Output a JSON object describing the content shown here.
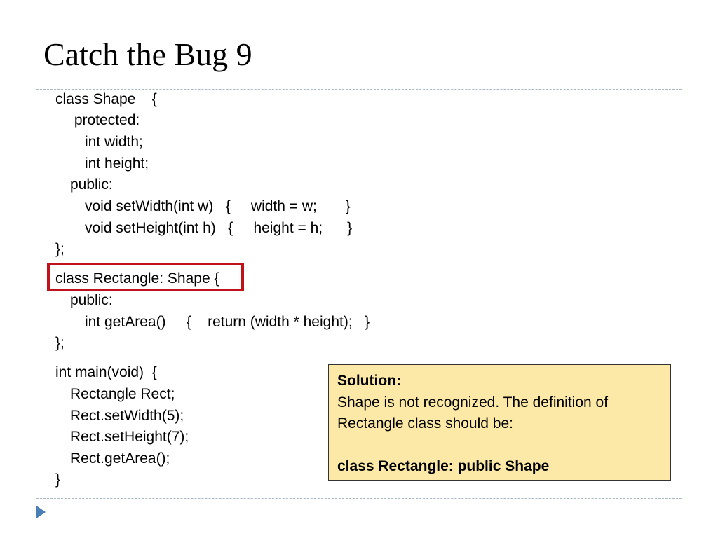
{
  "slide": {
    "title": "Catch the Bug 9"
  },
  "code": {
    "lines": [
      "class Shape    {",
      " protected:",
      "int width;",
      "int height;",
      "public:",
      "void setWidth(int w)   {     width = w;       }",
      "void setHeight(int h)   {     height = h;      }",
      "};",
      "class Rectangle: Shape {",
      "public:",
      "int getArea()     {    return (width * height);   }",
      "};",
      "int main(void)  {",
      "Rectangle Rect;",
      "Rect.setWidth(5);",
      "Rect.setHeight(7);",
      "Rect.getArea();",
      "}"
    ]
  },
  "solution": {
    "heading": "Solution:",
    "line1": "Shape is not recognized. The definition of",
    "line2": "Rectangle class should be:",
    "answer": "class Rectangle: public Shape"
  },
  "colors": {
    "highlight_border": "#c0121b",
    "solution_background": "#fde9a7",
    "bullet": "#4a7fb5"
  }
}
